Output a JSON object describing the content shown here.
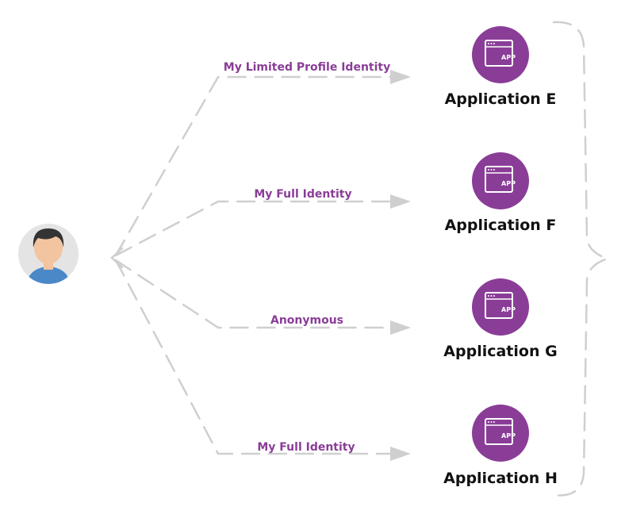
{
  "colors": {
    "accent": "#8a3d97",
    "connector": "#cfcfcf",
    "avatar_bg": "#e4e4e4",
    "skin": "#f2c4a0",
    "hair": "#333333",
    "shirt": "#4a88c8"
  },
  "user": {
    "icon": "user-avatar-icon"
  },
  "connections": [
    {
      "label": "My Limited Profile Identity",
      "app": "Application E",
      "icon_text": "APP"
    },
    {
      "label": "My Full Identity",
      "app": "Application F",
      "icon_text": "APP"
    },
    {
      "label": "Anonymous",
      "app": "Application G",
      "icon_text": "APP"
    },
    {
      "label": "My Full Identity",
      "app": "Application H",
      "icon_text": "APP"
    }
  ]
}
